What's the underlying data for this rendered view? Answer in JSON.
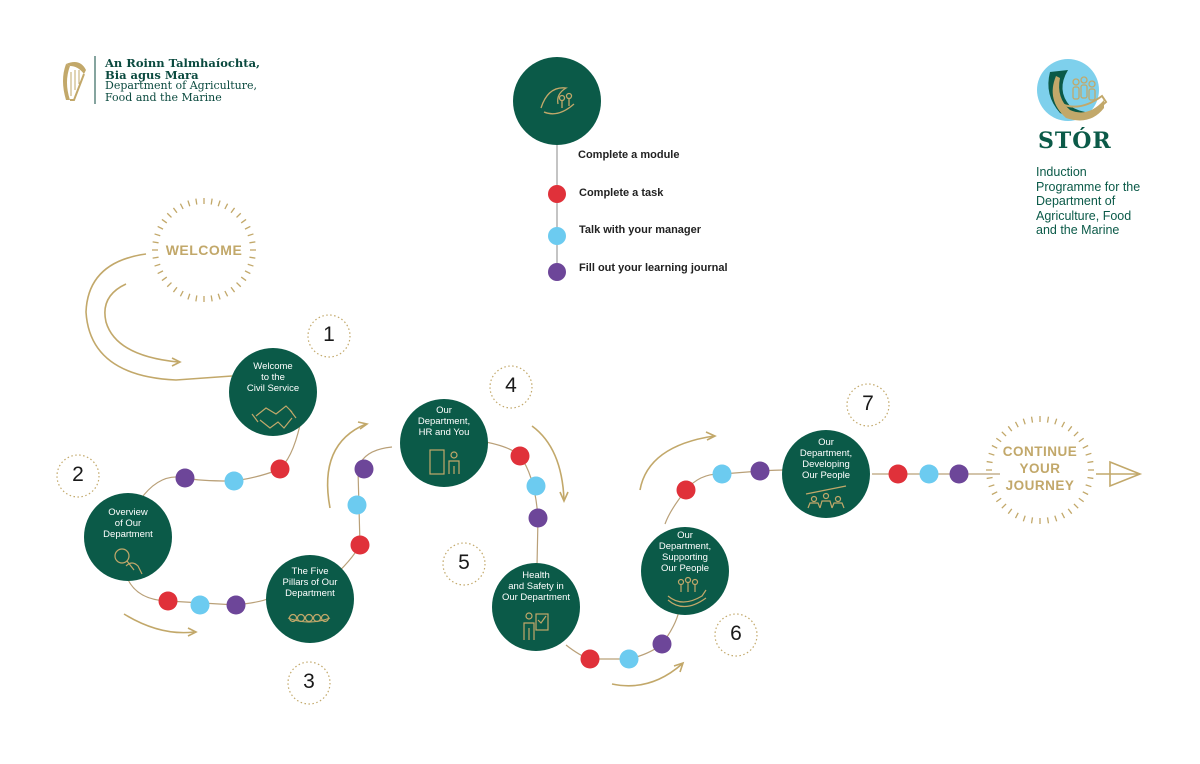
{
  "header": {
    "dept_name_irish": [
      "An Roinn Talmhaíochta,",
      "Bia agus Mara"
    ],
    "dept_name_english": [
      "Department of Agriculture,",
      "Food and the Marine"
    ],
    "harp_icon": "harp-emblem-icon"
  },
  "brand": {
    "logo_text": "STÓR",
    "subtitle": [
      "Induction",
      "Programme for the",
      "Department of",
      "Agriculture, Food",
      "and the Marine"
    ]
  },
  "legend": {
    "items": [
      {
        "label": "Complete a module",
        "marker": "module-circle"
      },
      {
        "label": "Complete a task",
        "marker": "red-dot"
      },
      {
        "label": "Talk with your manager",
        "marker": "blue-dot"
      },
      {
        "label": "Fill out your learning journal",
        "marker": "purple-dot"
      }
    ]
  },
  "journey": {
    "start_label": "WELCOME",
    "end_label": [
      "CONTINUE",
      "YOUR",
      "JOURNEY"
    ],
    "modules": [
      {
        "number": "1",
        "title": [
          "Welcome",
          "to the",
          "Civil Service"
        ],
        "icon": "handshake-icon"
      },
      {
        "number": "2",
        "title": [
          "Overview",
          "of Our",
          "Department"
        ],
        "icon": "magnifier-hand-icon"
      },
      {
        "number": "3",
        "title": [
          "The Five",
          "Pillars of Our",
          "Department"
        ],
        "icon": "five-pillars-icon"
      },
      {
        "number": "4",
        "title": [
          "Our",
          "Department,",
          "HR and You"
        ],
        "icon": "hr-door-person-icon"
      },
      {
        "number": "5",
        "title": [
          "Health",
          "and Safety in",
          "Our Department"
        ],
        "icon": "safety-checklist-icon"
      },
      {
        "number": "6",
        "title": [
          "Our",
          "Department,",
          "Supporting",
          "Our People"
        ],
        "icon": "hand-people-icon"
      },
      {
        "number": "7",
        "title": [
          "Our",
          "Department,",
          "Developing",
          "Our People"
        ],
        "icon": "growth-people-icon"
      }
    ]
  },
  "colors": {
    "module_green": "#0b5a48",
    "task_red": "#e0313a",
    "manager_blue": "#6ccbf0",
    "journal_purple": "#6d4699",
    "path_gold": "#c2a86a"
  }
}
